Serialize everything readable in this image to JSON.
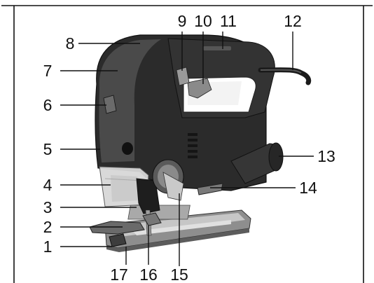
{
  "callouts": [
    {
      "id": "1",
      "label": "1"
    },
    {
      "id": "2",
      "label": "2"
    },
    {
      "id": "3",
      "label": "3"
    },
    {
      "id": "4",
      "label": "4"
    },
    {
      "id": "5",
      "label": "5"
    },
    {
      "id": "6",
      "label": "6"
    },
    {
      "id": "7",
      "label": "7"
    },
    {
      "id": "8",
      "label": "8"
    },
    {
      "id": "9",
      "label": "9"
    },
    {
      "id": "10",
      "label": "10"
    },
    {
      "id": "11",
      "label": "11"
    },
    {
      "id": "12",
      "label": "12"
    },
    {
      "id": "13",
      "label": "13"
    },
    {
      "id": "14",
      "label": "14"
    },
    {
      "id": "15",
      "label": "15"
    },
    {
      "id": "16",
      "label": "16"
    },
    {
      "id": "17",
      "label": "17"
    }
  ],
  "colors": {
    "body_dark": "#2b2b2b",
    "body_mid": "#4a4a4a",
    "metal": "#b9b9b9",
    "guard_clear": "#d7d7d7",
    "frame": "#111111"
  },
  "image_subject": "electric jigsaw with numbered part callouts"
}
